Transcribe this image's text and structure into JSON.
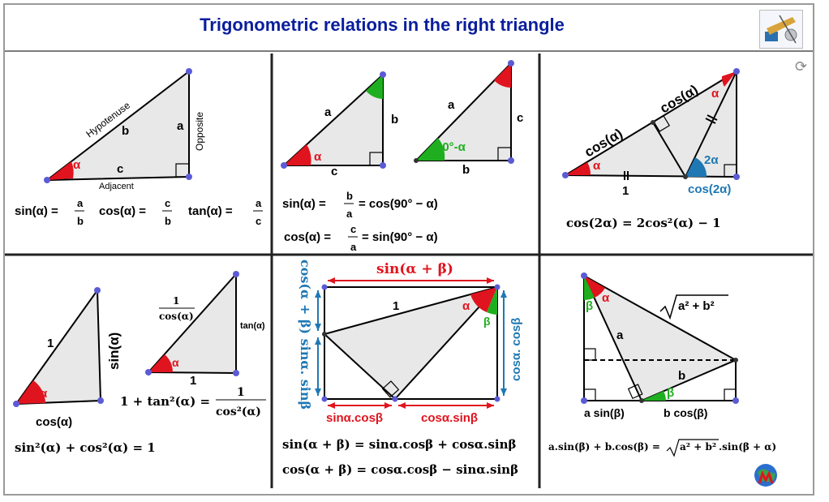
{
  "header": {
    "title": "Trigonometric relations in the right triangle"
  },
  "panel1": {
    "hyp": "Hypotenuse",
    "opp": "Opposite",
    "adj": "Adjacent",
    "a": "a",
    "b": "b",
    "c": "c",
    "alpha": "α",
    "f1_lhs": "sin(α) =",
    "f2_lhs": "cos(α) =",
    "f3_lhs": "tan(α) =",
    "f1_num": "a",
    "f1_den": "b",
    "f2_num": "c",
    "f2_den": "b",
    "f3_num": "a",
    "f3_den": "c"
  },
  "panel2": {
    "a": "a",
    "b": "b",
    "c": "c",
    "alpha": "α",
    "comp": "90°-α",
    "sin_lhs": "sin(α) =",
    "sin_num": "b",
    "sin_den": "a",
    "sin_rhs": "= cos(90° − α)",
    "cos_lhs": "cos(α) =",
    "cos_num": "c",
    "cos_den": "a",
    "cos_rhs": "= sin(90° − α)"
  },
  "panel3": {
    "cos_a1": "cos(α)",
    "cos_a2": "cos(α)",
    "alpha1": "α",
    "alpha2": "α",
    "two_alpha": "2α",
    "one": "1",
    "cos2a": "cos(2α)",
    "formula": "cos(2α) = 2cos²(α) − 1"
  },
  "panel4": {
    "one1": "1",
    "sin_a": "sin(α)",
    "cos_a": "cos(α)",
    "alpha1": "α",
    "frac_num": "1",
    "frac_den": "cos(α)",
    "tan_a": "tan(α)",
    "alpha2": "α",
    "one2": "1",
    "ident_lhs": "1 + tan²(α) =",
    "ident_num": "1",
    "ident_den": "cos²(α)",
    "pyth": "sin²(α) + cos²(α) = 1"
  },
  "panel5": {
    "top": "sin(α + β)",
    "left": "cos(α + β)  sinα. sinβ",
    "right": "cosα. cosβ",
    "one": "1",
    "alpha": "α",
    "beta": "β",
    "bottom_left": "sinα.cosβ",
    "bottom_right": "cosα.sinβ",
    "f1": "sin(α + β) = sinα.cosβ + cosα.sinβ",
    "f2": "cos(α + β) = cosα.cosβ − sinα.sinβ"
  },
  "panel6": {
    "alpha": "α",
    "beta1": "β",
    "beta2": "β",
    "a": "a",
    "b": "b",
    "sqrt_inner": "a² + b²",
    "a_sin": "a sin(β)",
    "b_cos": "b cos(β)",
    "formula_lhs": "a.sin(β) + b.cos(β) =",
    "formula_sqrt": "a² + b²",
    "formula_rhs": ".sin(β + α)"
  },
  "colors": {
    "title": "#0a1e9c",
    "red": "#e0141e",
    "green": "#1fae1f",
    "blue": "#1f78b4",
    "fill": "#e8e8e8",
    "point": "#5b5bd6"
  }
}
